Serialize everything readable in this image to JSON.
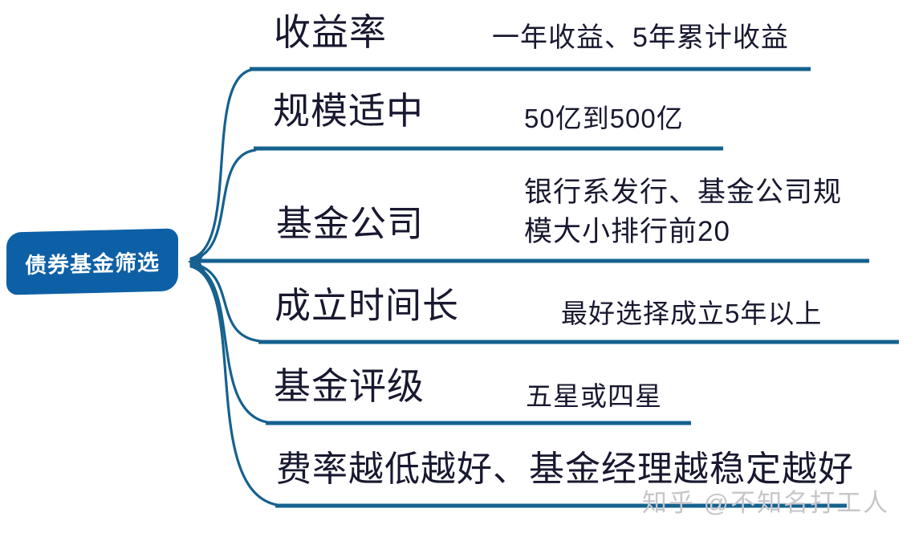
{
  "colors": {
    "node-fill": "#0e60a6",
    "line": "#16618f",
    "text": "#181830",
    "watermark": "#c6c6ca",
    "bg": "#ffffff"
  },
  "root": {
    "label": "债券基金筛选"
  },
  "branches": [
    {
      "label": "收益率",
      "detail": "一年收益、5年累计收益"
    },
    {
      "label": "规模适中",
      "detail": "50亿到500亿"
    },
    {
      "label": "基金公司",
      "detail": "银行系发行、基金公司规模大小排行前20"
    },
    {
      "label": "成立时间长",
      "detail": "最好选择成立5年以上"
    },
    {
      "label": "基金评级",
      "detail": "五星或四星"
    },
    {
      "label": "费率越低越好、基金经理越稳定越好",
      "detail": ""
    }
  ],
  "watermark": {
    "text": "知乎 @不知名打工人"
  }
}
